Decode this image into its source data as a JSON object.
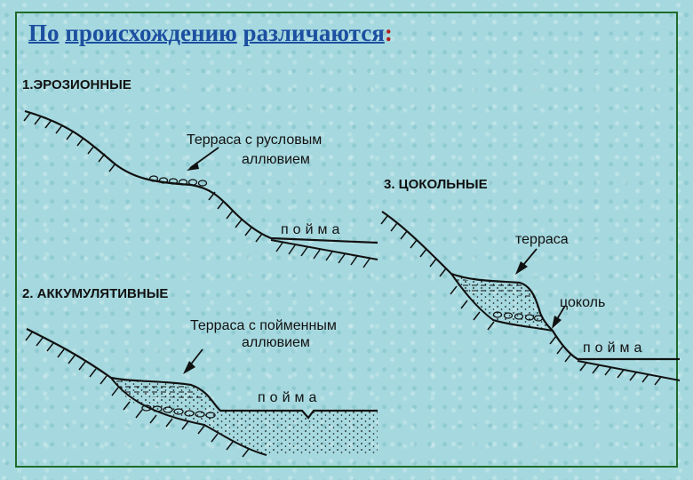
{
  "title": {
    "words": [
      "По",
      "происхождению",
      "различаются"
    ],
    "colon": ":"
  },
  "sections": [
    {
      "heading": "1.ЭРОЗИОННЫЕ",
      "terrace_label_line1": "Терраса с русловым",
      "terrace_label_line2": "аллювием",
      "floodplain_label": "пойма"
    },
    {
      "heading": "2. АККУМУЛЯТИВНЫЕ",
      "terrace_label_line1": "Терраса с пойменным",
      "terrace_label_line2": "аллювием",
      "floodplain_label": "пойма"
    },
    {
      "heading": "3. ЦОКОЛЬНЫЕ",
      "terrace_label": "терраса",
      "plinth_label": "цоколь",
      "floodplain_label": "пойма"
    }
  ],
  "colors": {
    "background": "#a6d9df",
    "title": "#1c4fa0",
    "frame": "#1f6b2a",
    "colon": "#b02020",
    "ink": "#111111"
  }
}
